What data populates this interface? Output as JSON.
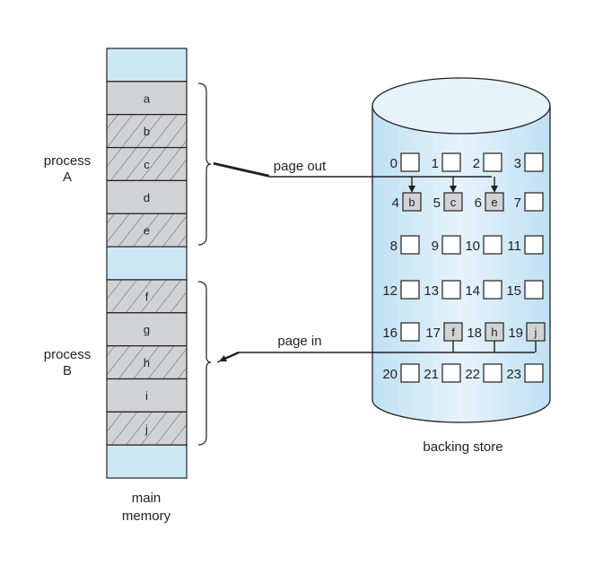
{
  "diagram": {
    "colors": {
      "memory_free": "#cce8f6",
      "page_fill": "#d1d2d4",
      "stroke": "#231f20",
      "cylinder_light": "#e6f3fb",
      "cylinder_dark": "#bfe0f3"
    },
    "main_memory": {
      "label_line1": "main",
      "label_line2": "memory",
      "frames": [
        {
          "label": "",
          "kind": "free"
        },
        {
          "label": "a",
          "kind": "page",
          "hatched": false
        },
        {
          "label": "b",
          "kind": "page",
          "hatched": true
        },
        {
          "label": "c",
          "kind": "page",
          "hatched": true
        },
        {
          "label": "d",
          "kind": "page",
          "hatched": false
        },
        {
          "label": "e",
          "kind": "page",
          "hatched": true
        },
        {
          "label": "",
          "kind": "free"
        },
        {
          "label": "f",
          "kind": "page",
          "hatched": true
        },
        {
          "label": "g",
          "kind": "page",
          "hatched": false
        },
        {
          "label": "h",
          "kind": "page",
          "hatched": true
        },
        {
          "label": "i",
          "kind": "page",
          "hatched": false
        },
        {
          "label": "j",
          "kind": "page",
          "hatched": true
        },
        {
          "label": "",
          "kind": "free"
        }
      ]
    },
    "processes": [
      {
        "line1": "process",
        "line2": "A",
        "pages": [
          "a",
          "b",
          "c",
          "d",
          "e"
        ]
      },
      {
        "line1": "process",
        "line2": "B",
        "pages": [
          "f",
          "g",
          "h",
          "i",
          "j"
        ]
      }
    ],
    "arrows": {
      "page_out": "page out",
      "page_in": "page in"
    },
    "backing_store": {
      "label": "backing store",
      "slots": [
        {
          "n": "0",
          "page": ""
        },
        {
          "n": "1",
          "page": ""
        },
        {
          "n": "2",
          "page": ""
        },
        {
          "n": "3",
          "page": ""
        },
        {
          "n": "4",
          "page": "b"
        },
        {
          "n": "5",
          "page": "c"
        },
        {
          "n": "6",
          "page": "e"
        },
        {
          "n": "7",
          "page": ""
        },
        {
          "n": "8",
          "page": ""
        },
        {
          "n": "9",
          "page": ""
        },
        {
          "n": "10",
          "page": ""
        },
        {
          "n": "11",
          "page": ""
        },
        {
          "n": "12",
          "page": ""
        },
        {
          "n": "13",
          "page": ""
        },
        {
          "n": "14",
          "page": ""
        },
        {
          "n": "15",
          "page": ""
        },
        {
          "n": "16",
          "page": ""
        },
        {
          "n": "17",
          "page": "f"
        },
        {
          "n": "18",
          "page": "h"
        },
        {
          "n": "19",
          "page": "j"
        },
        {
          "n": "20",
          "page": ""
        },
        {
          "n": "21",
          "page": ""
        },
        {
          "n": "22",
          "page": ""
        },
        {
          "n": "23",
          "page": ""
        }
      ],
      "page_out_targets": [
        4,
        5,
        6
      ],
      "page_in_sources": [
        17,
        18,
        19
      ]
    }
  }
}
